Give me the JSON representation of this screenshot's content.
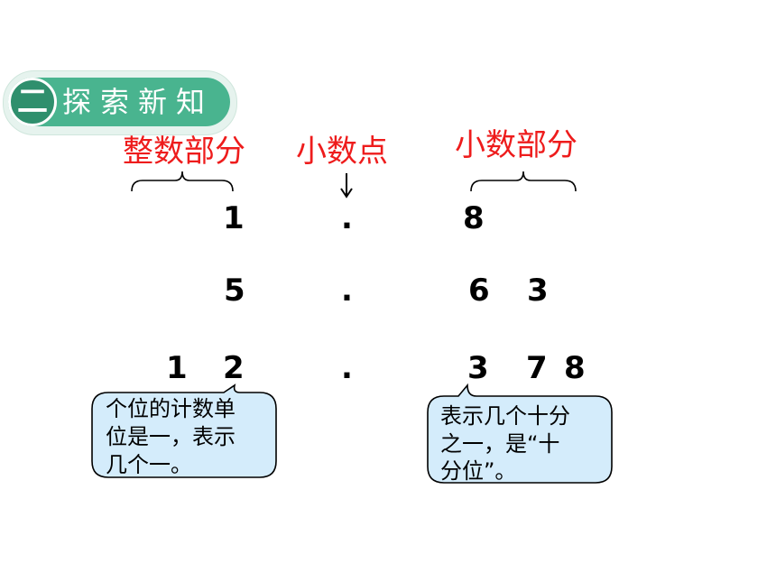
{
  "section": {
    "number": "二",
    "title": "探索新知"
  },
  "labels": {
    "integer_part": "整数部分",
    "decimal_point": "小数点",
    "decimal_part": "小数部分"
  },
  "numbers": [
    {
      "integer": [
        "1"
      ],
      "point": ".",
      "decimal": [
        "8"
      ]
    },
    {
      "integer": [
        "5"
      ],
      "point": ".",
      "decimal": [
        "6",
        "3"
      ]
    },
    {
      "integer": [
        "1",
        "2"
      ],
      "point": ".",
      "decimal": [
        "3",
        "7",
        "8"
      ]
    }
  ],
  "callouts": {
    "left": [
      "个位的计数单",
      "位是一，表示",
      "几个一。"
    ],
    "right": [
      "表示几个十分",
      "之一，是“十",
      "分位”。"
    ]
  },
  "colors": {
    "accent_red": "#ee1c1c",
    "badge_green": "#49b48f",
    "callout_fill": "#d4ecfb"
  }
}
